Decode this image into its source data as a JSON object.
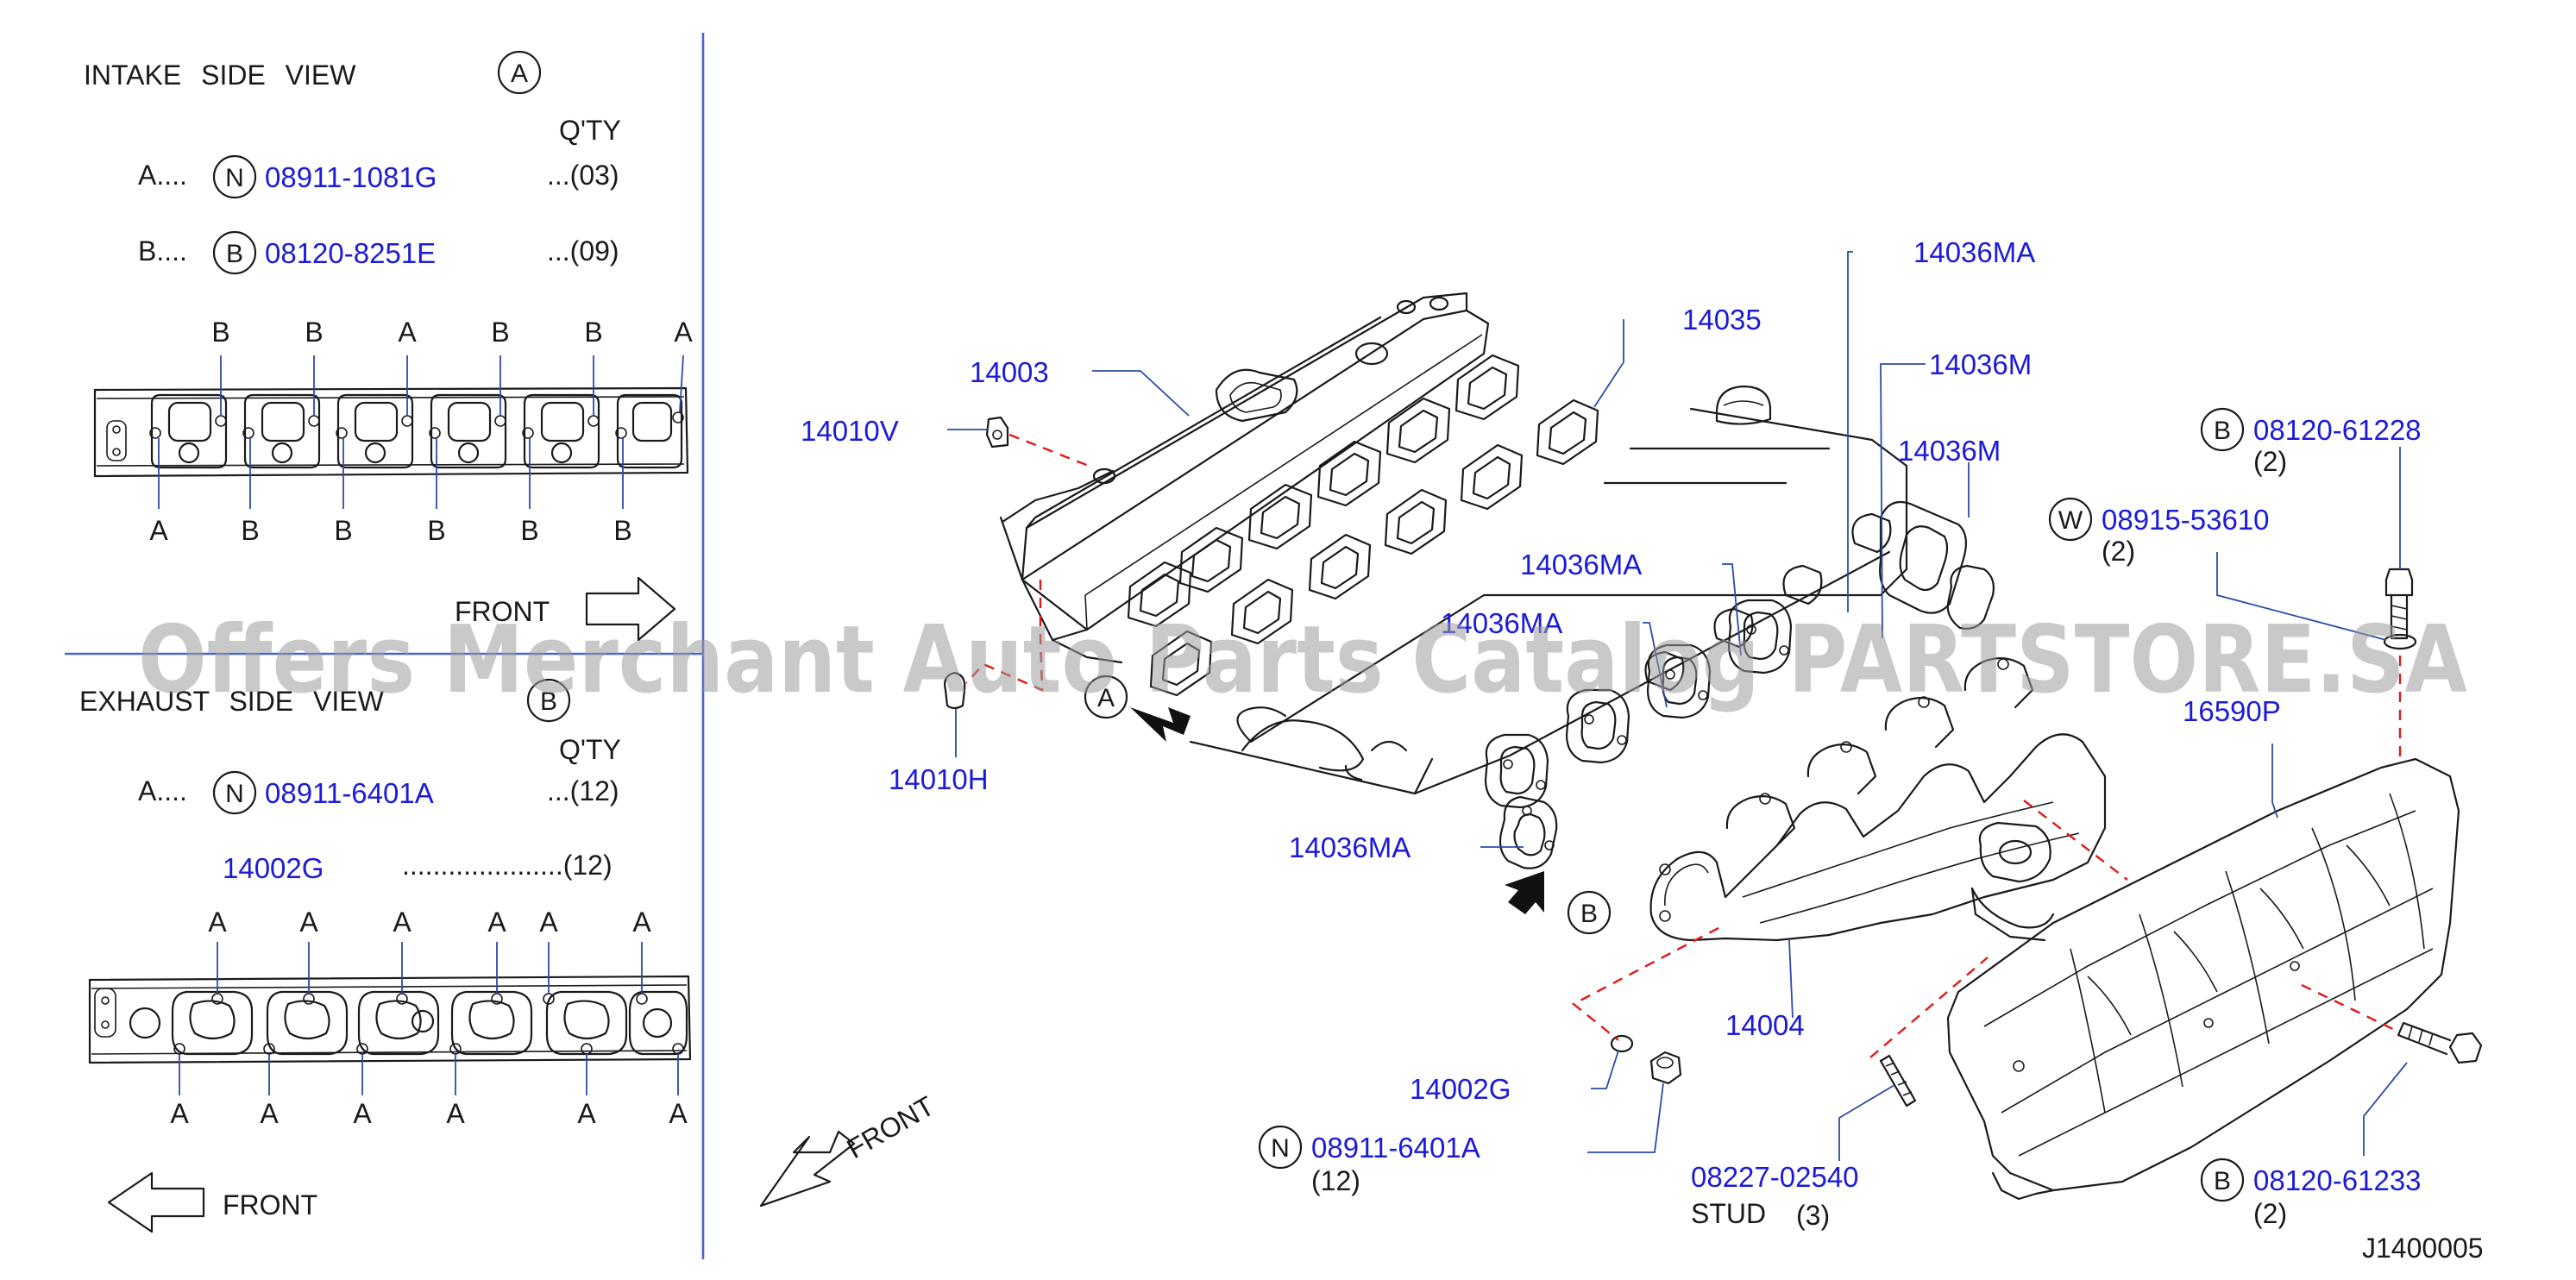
{
  "intake": {
    "title": "INTAKE SIDE VIEW",
    "view_symbol": "A",
    "qty_header": "Q'TY",
    "rows": [
      {
        "key": "A....",
        "symbol": "N",
        "part": "08911-1081G",
        "qty": "...(03)"
      },
      {
        "key": "B....",
        "symbol": "B",
        "part": "08120-8251E",
        "qty": "...(09)"
      }
    ],
    "top_labels": [
      "B",
      "B",
      "A",
      "B",
      "B",
      "A"
    ],
    "bottom_labels": [
      "A",
      "B",
      "B",
      "B",
      "B",
      "B"
    ],
    "front": "FRONT"
  },
  "exhaust": {
    "title": "EXHAUST SIDE VIEW",
    "view_symbol": "B",
    "qty_header": "Q'TY",
    "rows": [
      {
        "key": "A....",
        "symbol": "N",
        "part": "08911-6401A",
        "qty": "...(12)"
      }
    ],
    "gasket_part": "14002G",
    "gasket_qty": ".....................(12)",
    "top_labels": [
      "A",
      "A",
      "A",
      "A",
      "A",
      "A"
    ],
    "bottom_labels": [
      "A",
      "A",
      "A",
      "A",
      "A",
      "A"
    ],
    "front": "FRONT"
  },
  "main": {
    "front": "FRONT",
    "view_a": "A",
    "view_b": "B",
    "callouts": {
      "p14003": "14003",
      "p14010v": "14010V",
      "p14010h": "14010H",
      "p14035": "14035",
      "p14036ma_top": "14036MA",
      "p14036m_a": "14036M",
      "p14036m_b": "14036M",
      "p14036ma_mid1": "14036MA",
      "p14036ma_mid2": "14036MA",
      "p14036ma_low": "14036MA",
      "p14004": "14004",
      "p14002g": "14002G",
      "p16590p": "16590P",
      "p08227": "08227-02540",
      "stud": "STUD",
      "stud_qty": "(3)",
      "bolt1_symbol": "B",
      "bolt1_part": "08120-61228",
      "bolt1_qty": "(2)",
      "washer_symbol": "W",
      "washer_part": "08915-53610",
      "washer_qty": "(2)",
      "nut_symbol": "N",
      "nut_part": "08911-6401A",
      "nut_qty": "(12)",
      "bolt2_symbol": "B",
      "bolt2_part": "08120-61233",
      "bolt2_qty": "(2)"
    },
    "diagram_code": "J1400005"
  },
  "watermark": "Offers Merchant Auto Parts Catalog PARTSTORE.SA",
  "colors": {
    "part_number": "#1b1bd8",
    "leader": "#2c4aa8",
    "dashed_guide": "#e01818",
    "separator": "#4a64c8",
    "line_art": "#1a1a1a"
  }
}
